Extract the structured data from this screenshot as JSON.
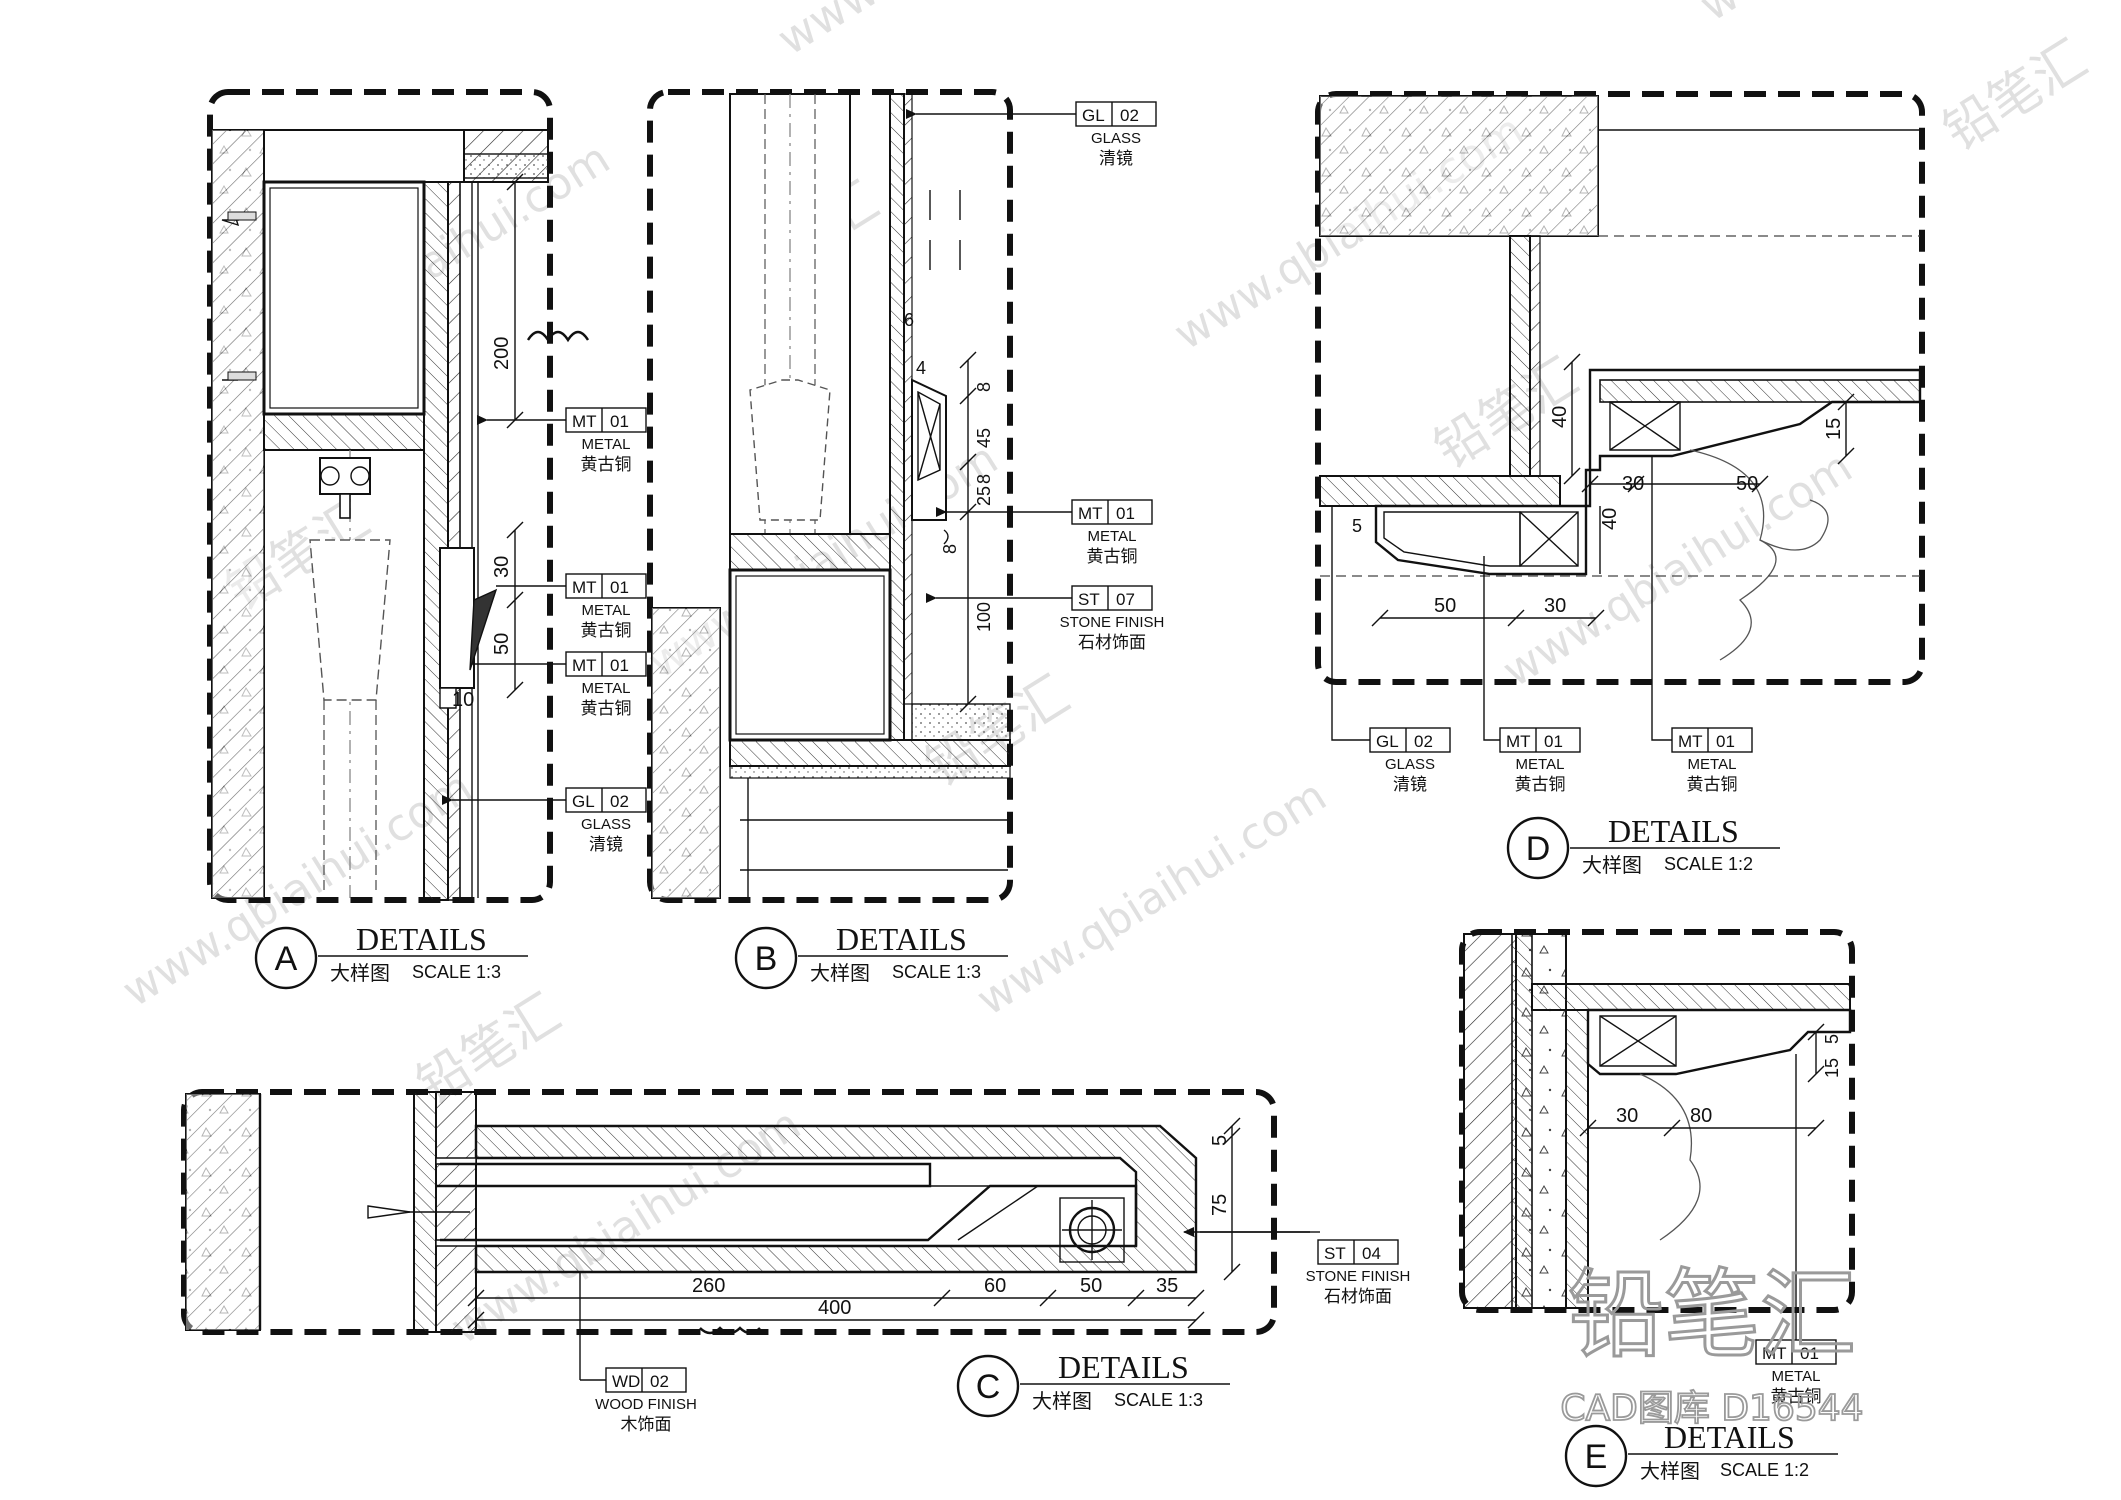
{
  "watermark": {
    "domain_text": "www.qbiaihui.com",
    "brand_text": "铅笔汇",
    "footer_logo": "铅笔汇",
    "footer_text": "CAD图库 D16544"
  },
  "details": {
    "A": {
      "letter": "A",
      "title": "DETAILS",
      "subtitle": "大样图",
      "scale": "SCALE  1:3"
    },
    "B": {
      "letter": "B",
      "title": "DETAILS",
      "subtitle": "大样图",
      "scale": "SCALE  1:3"
    },
    "C": {
      "letter": "C",
      "title": "DETAILS",
      "subtitle": "大样图",
      "scale": "SCALE  1:3"
    },
    "D": {
      "letter": "D",
      "title": "DETAILS",
      "subtitle": "大样图",
      "scale": "SCALE  1:2"
    },
    "E": {
      "letter": "E",
      "title": "DETAILS",
      "subtitle": "大样图",
      "scale": "SCALE  1:2"
    }
  },
  "tags": {
    "mt01": {
      "code": "MT",
      "num": "01",
      "en": "METAL",
      "cn": "黄古铜"
    },
    "gl02": {
      "code": "GL",
      "num": "02",
      "en": "GLASS",
      "cn": "清镜"
    },
    "st07": {
      "code": "ST",
      "num": "07",
      "en": "STONE FINISH",
      "cn": "石材饰面"
    },
    "st04": {
      "code": "ST",
      "num": "04",
      "en": "STONE FINISH",
      "cn": "石材饰面"
    },
    "wd02": {
      "code": "WD",
      "num": "02",
      "en": "WOOD FINISH",
      "cn": "木饰面"
    }
  },
  "dims": {
    "a_200": "200",
    "a_30": "30",
    "a_50": "50",
    "a_10": "10",
    "b_6": "6",
    "b_4": "4",
    "b_8a": "8",
    "b_45": "45",
    "b_8b": "8",
    "b_25": "25",
    "b_8c": "8",
    "b_100": "100",
    "c_5": "5",
    "c_75": "75",
    "c_260": "260",
    "c_60": "60",
    "c_50": "50",
    "c_35": "35",
    "c_400": "400",
    "d_40a": "40",
    "d_15": "15",
    "d_30a": "30",
    "d_50a": "50",
    "d_40b": "40",
    "d_5": "5",
    "d_50b": "50",
    "d_30b": "30",
    "e_5": "5",
    "e_15": "15",
    "e_30": "30",
    "e_80": "80"
  }
}
